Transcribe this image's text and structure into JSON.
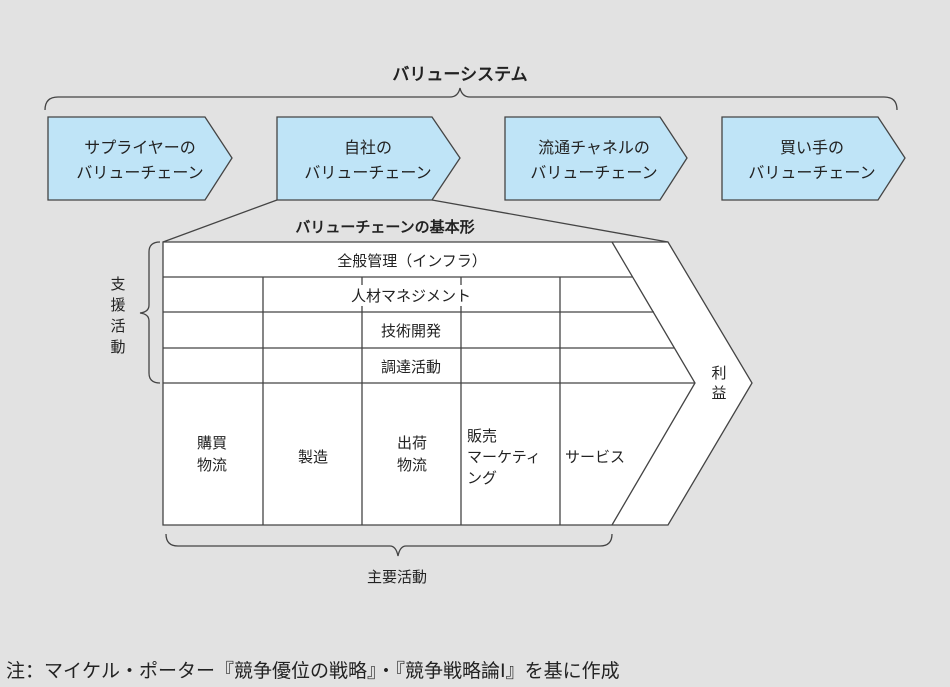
{
  "title": "バリューシステム",
  "chains": [
    {
      "line1": "サプライヤーの",
      "line2": "バリューチェーン"
    },
    {
      "line1": "自社の",
      "line2": "バリューチェーン"
    },
    {
      "line1": "流通チャネルの",
      "line2": "バリューチェーン"
    },
    {
      "line1": "買い手の",
      "line2": "バリューチェーン"
    }
  ],
  "subtitle": "バリューチェーンの基本形",
  "support": {
    "label": [
      "支",
      "援",
      "活",
      "動"
    ],
    "rows": [
      "全般管理（インフラ）",
      "人材マネジメント",
      "技術開発",
      "調達活動"
    ]
  },
  "primary": {
    "label": "主要活動",
    "cols": [
      [
        "購買",
        "物流"
      ],
      [
        "製造"
      ],
      [
        "出荷",
        "物流"
      ],
      [
        "販売",
        "マーケティ",
        "ング"
      ],
      [
        "サービス"
      ]
    ]
  },
  "margin": [
    "利",
    "益"
  ],
  "footnote": "注：マイケル・ポーター『競争優位の戦略』・『競争戦略論Ⅰ』を基に作成",
  "colors": {
    "background": "#e2e2e2",
    "chain_fill": "#bfe4f7"
  }
}
